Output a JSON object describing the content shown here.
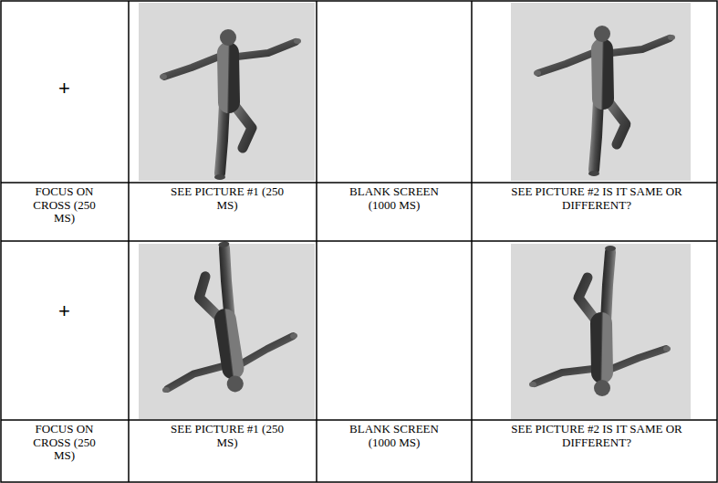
{
  "diagram": {
    "labels": [
      "+",
      "FOCUS ON CROSS (250 MS)",
      "SEE PICTURE #1 (250 MS)",
      "BLANK SCREEN (1000 MS)",
      "SEE PICTURE #2 IS IT SAME OR DIFFERENT?",
      "+",
      "FOCUS ON CROSS (250 MS)",
      "SEE PICTURE #1 (250 MS)",
      "BLANK SCREEN (1000 MS)",
      "SEE PICTURE #2 IS IT SAME OR DIFFERENT?"
    ]
  }
}
